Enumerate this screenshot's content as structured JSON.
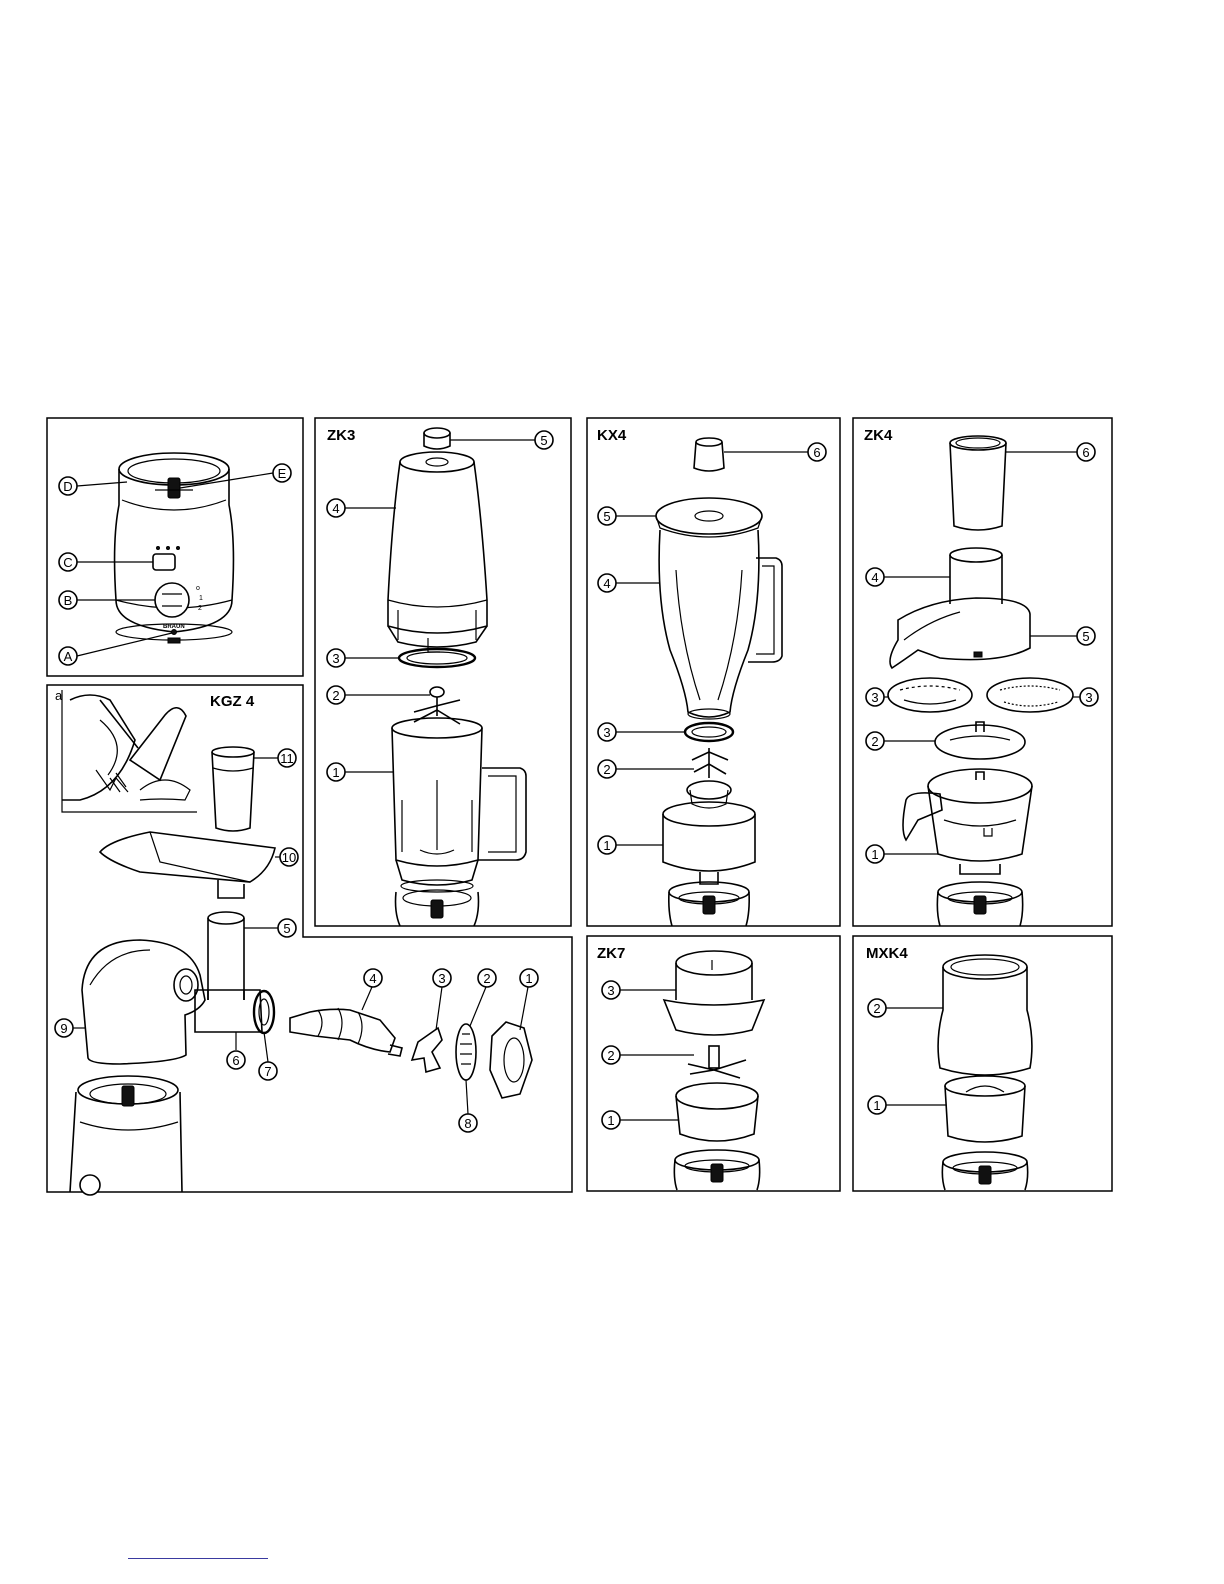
{
  "panels": {
    "base": {
      "title": "",
      "callouts": [
        "A",
        "B",
        "C",
        "D",
        "E"
      ]
    },
    "kgz4": {
      "title": "KGZ 4",
      "inset_label": "a",
      "callouts": [
        "1",
        "2",
        "3",
        "4",
        "5",
        "6",
        "7",
        "8",
        "9",
        "10",
        "11"
      ]
    },
    "zk3": {
      "title": "ZK3",
      "callouts": [
        "1",
        "2",
        "3",
        "4",
        "5"
      ]
    },
    "kx4": {
      "title": "KX4",
      "callouts": [
        "1",
        "2",
        "3",
        "4",
        "5",
        "6"
      ]
    },
    "zk4": {
      "title": "ZK4",
      "callouts": [
        "1",
        "2",
        "3",
        "3",
        "4",
        "5",
        "6"
      ]
    },
    "zk7": {
      "title": "ZK7",
      "callouts": [
        "1",
        "2",
        "3"
      ]
    },
    "mxk4": {
      "title": "MXK4",
      "callouts": [
        "1",
        "2"
      ]
    }
  },
  "brand_mark": "BRAUN",
  "colors": {
    "ink": "#000000",
    "paper": "#ffffff",
    "rule": "#3a3aa0"
  }
}
